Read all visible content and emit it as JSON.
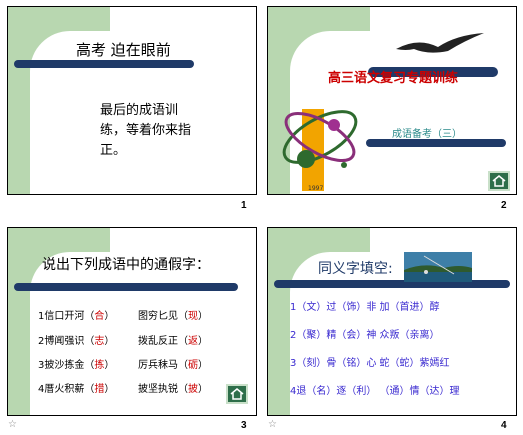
{
  "slides": [
    {
      "number": "1",
      "title": "高考 迫在眼前",
      "body": "最后的成语训练，等着你来指正。",
      "body_lines": [
        "最后的成语训",
        "练，等着你来指",
        "正。"
      ]
    },
    {
      "number": "2",
      "title": "高三语文复习专题训练",
      "subtitle": "成语备考（三）",
      "logo_year": "1997"
    },
    {
      "number": "3",
      "title": "说出下列成语中的通假字：",
      "left": [
        {
          "text": "1信口开河（",
          "ans": "合",
          "tail": "）"
        },
        {
          "text": "2博闻强识（",
          "ans": "志",
          "tail": "）"
        },
        {
          "text": "3披沙拣金（",
          "ans": "拣",
          "tail": "）"
        },
        {
          "text": "4厝火积薪（",
          "ans": "措",
          "tail": "）"
        }
      ],
      "right": [
        {
          "text": "图穷匕见（",
          "ans": "现",
          "tail": "）"
        },
        {
          "text": "拨乱反正（",
          "ans": "返",
          "tail": "）"
        },
        {
          "text": "厉兵秣马（",
          "ans": "砺",
          "tail": "）"
        },
        {
          "text": "披坚执锐（",
          "ans": "披",
          "tail": "）"
        }
      ]
    },
    {
      "number": "4",
      "title": "同义字填空:",
      "rows": [
        "1（文）过（饰）非     加（首进）醇",
        "2（聚）精（会）神     众叛（亲离）",
        "3（刻）骨（铭）心     蛇（蛇）紫嫣红",
        "4退（名）逐（利）     （通）情（达）理"
      ]
    }
  ],
  "home_icon": "home-icon",
  "colors": {
    "bar": "#1f3a68",
    "green": "#b8d7b0",
    "red": "#cc0000",
    "teal": "#2a8a8a",
    "blue": "#3a2ad0",
    "title4": "#1f3a68"
  }
}
